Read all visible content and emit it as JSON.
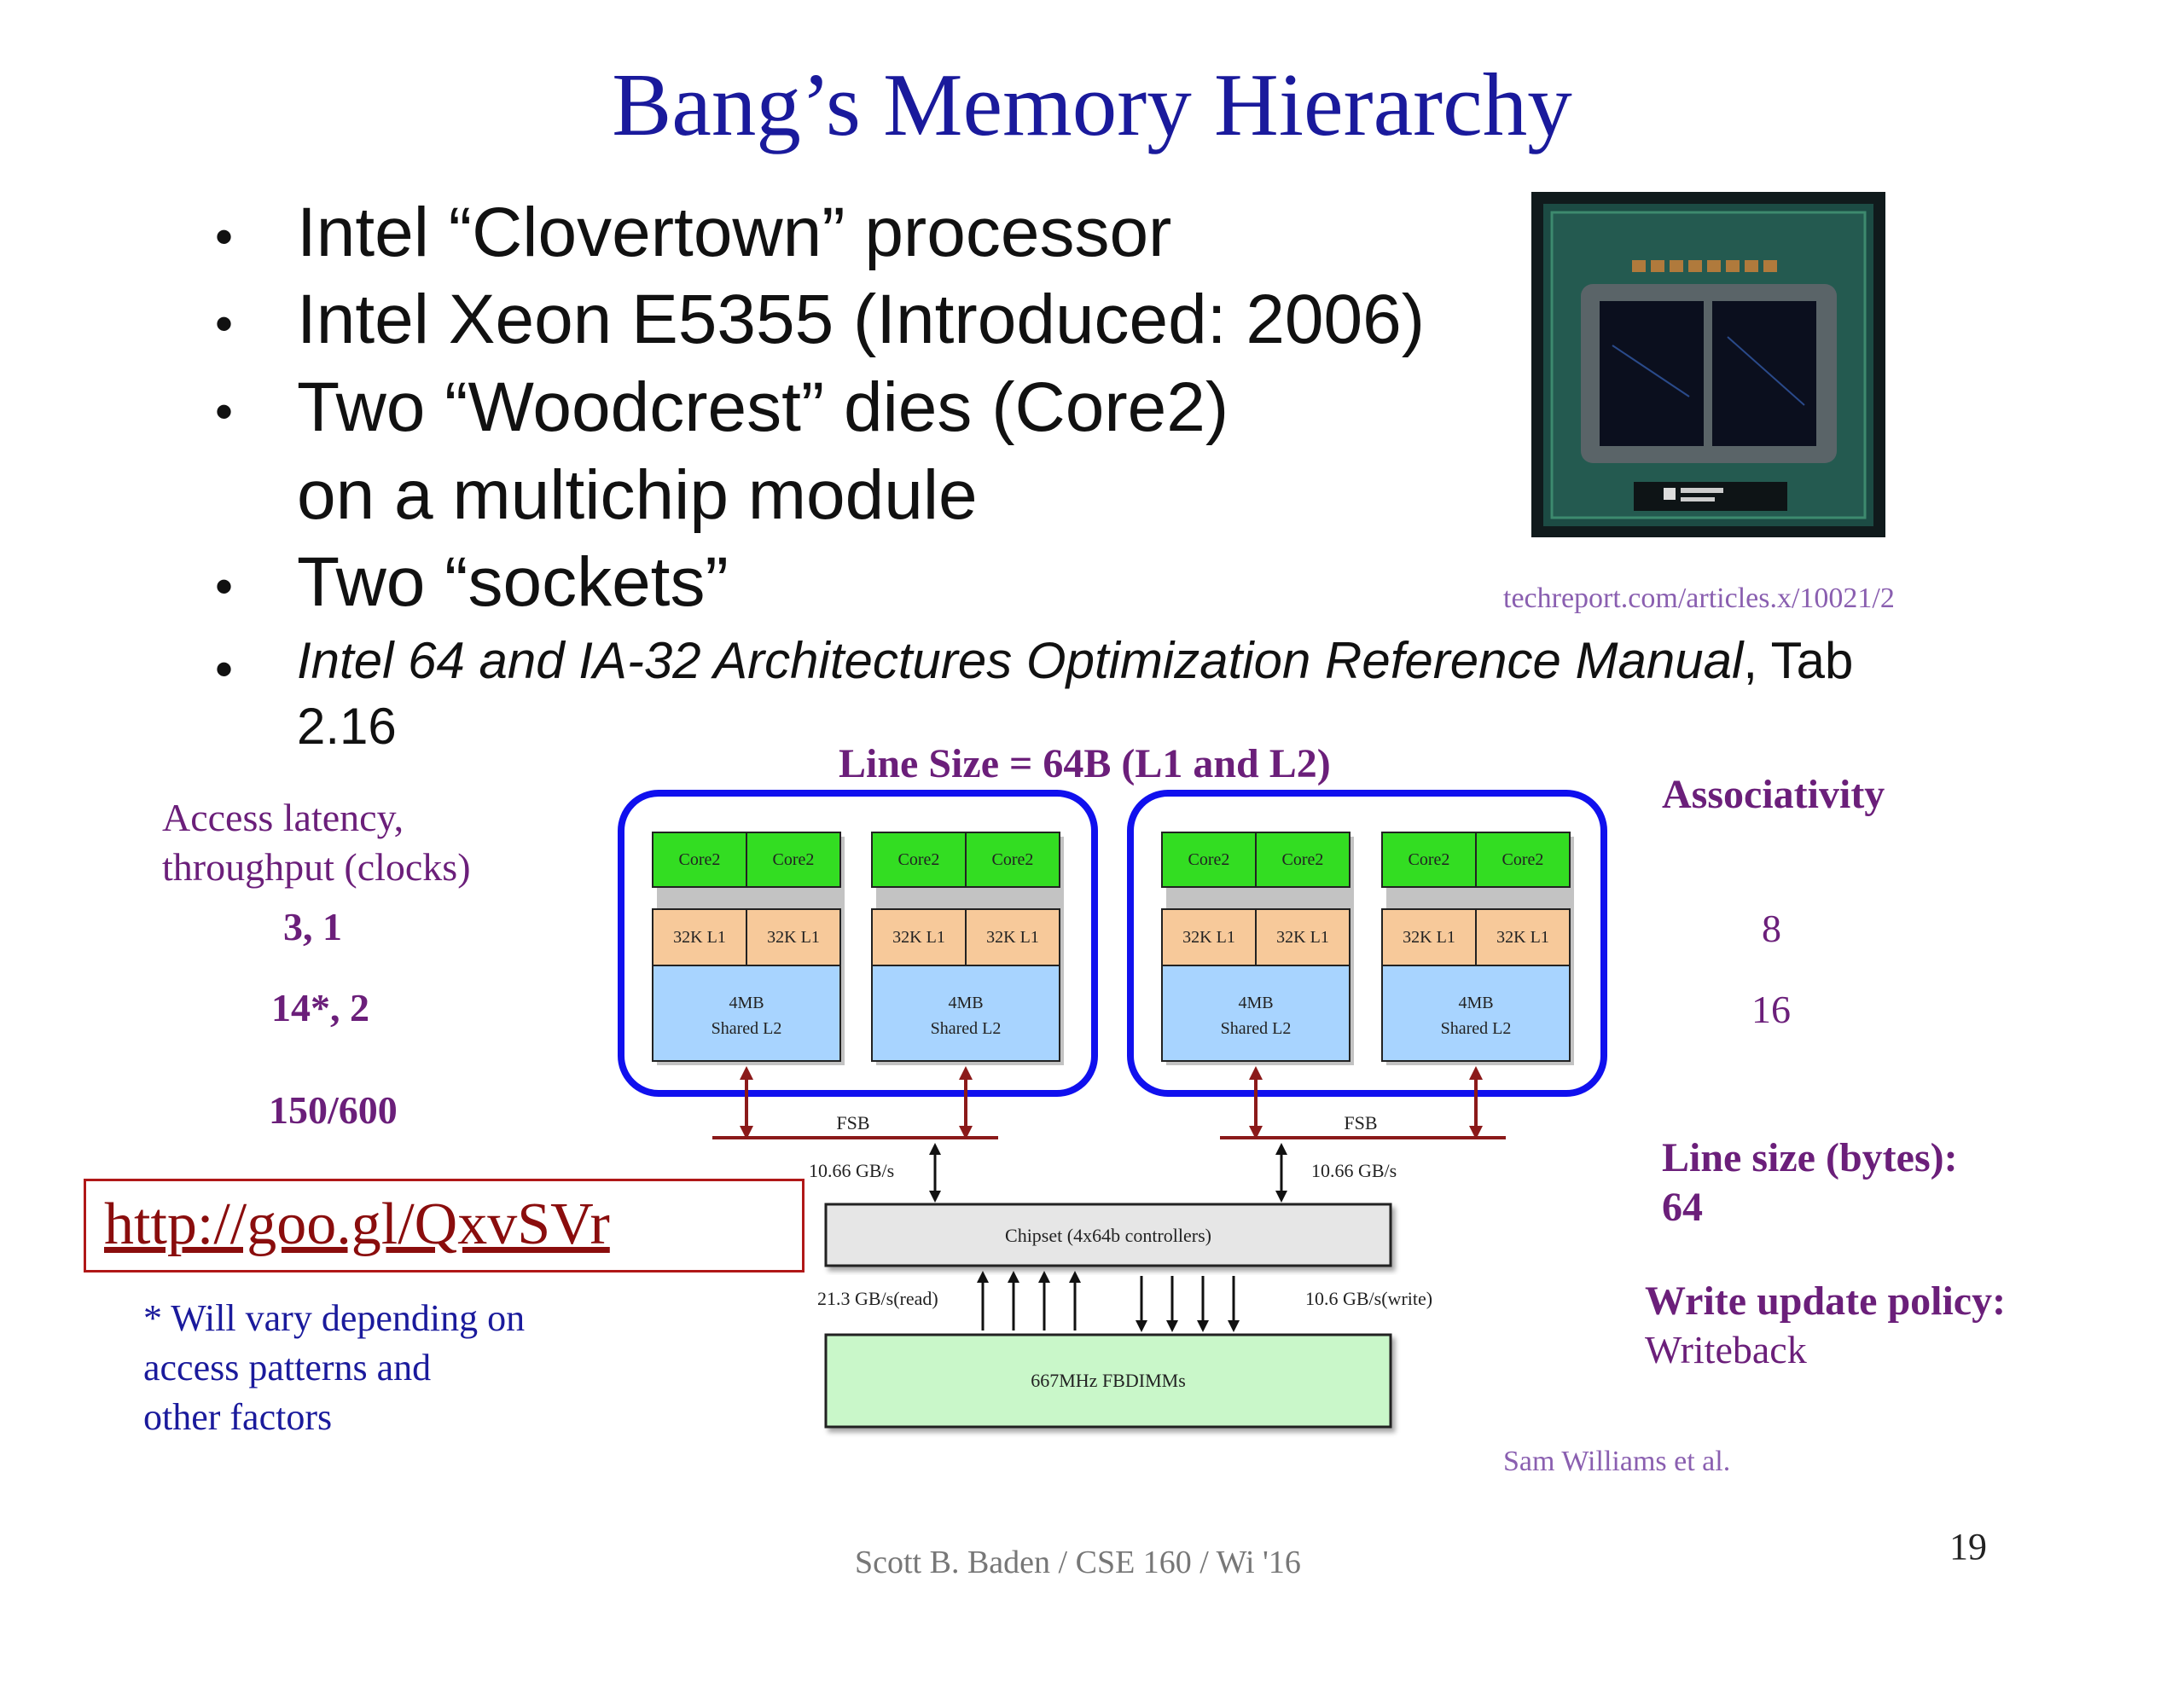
{
  "slide": {
    "title": "Bang’s Memory  Hierarchy",
    "bullets": [
      "Intel “Clovertown” processor",
      "Intel Xeon E5355 (Introduced: 2006)",
      "Two “Woodcrest” dies (Core2)",
      "on a multichip module",
      "Two “sockets”"
    ],
    "manual_bullet": {
      "italic": "Intel 64 and IA-32 Architectures Optimization Reference Manual",
      "rest": ", Tab",
      "line2": "2.16"
    },
    "photo_credit": "techreport.com/articles.x/10021/2",
    "line_size_header": "Line Size =  64B (L1 and L2)",
    "latency_label_1": "Access latency,",
    "latency_label_2": "throughput (clocks)",
    "latency_l1": "3,  1",
    "latency_l2": "14*, 2",
    "latency_mem": "150/600",
    "assoc_label": "Associativity",
    "assoc_l1": "8",
    "assoc_l2": "16",
    "line_size_label": "Line size (bytes):",
    "line_size_value": "64",
    "write_policy_label": "Write update policy:",
    "write_policy_value": "Writeback",
    "link": "http://goo.gl/QxvSVr",
    "footnote_1": "* Will vary depending on",
    "footnote_2": "access patterns and",
    "footnote_3": "other factors",
    "diagram_credit": "Sam Williams et al.",
    "footer": "Scott B. Baden / CSE 160 / Wi '16",
    "page_number": "19"
  },
  "diagram": {
    "core_label": "Core2",
    "l1_label": "32K L1",
    "l2_label_1": "4MB",
    "l2_label_2": "Shared L2",
    "fsb_label": "FSB",
    "fsb_bandwidth": "10.66  GB/s",
    "chipset_label": "Chipset (4x64b controllers)",
    "read_bw": "21.3 GB/s(read)",
    "write_bw": "10.6 GB/s(write)",
    "memory_label": "667MHz FBDIMMs"
  },
  "colors": {
    "title": "#1a1a9c",
    "core_green": "#33dd22",
    "l1_peach": "#f7c99a",
    "l2_blue": "#a8d4ff",
    "socket_border": "#1010ee",
    "fsb_red": "#8b1a1a",
    "memory_green": "#c9f7c9",
    "chipset_gray": "#e6e6e6"
  }
}
